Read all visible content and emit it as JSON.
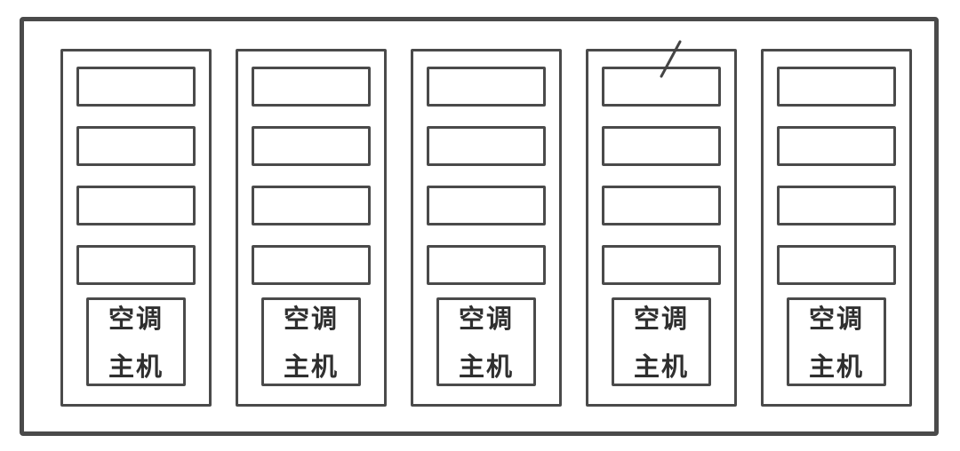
{
  "diagram": {
    "unit_label_full": "空调主机",
    "cabinets": [
      {
        "name": "cabinet-1",
        "slots": 4,
        "label_line1": "空调",
        "label_line2": "主机",
        "has_slash_mark": false
      },
      {
        "name": "cabinet-2",
        "slots": 4,
        "label_line1": "空调",
        "label_line2": "主机",
        "has_slash_mark": false
      },
      {
        "name": "cabinet-3",
        "slots": 4,
        "label_line1": "空调",
        "label_line2": "主机",
        "has_slash_mark": false
      },
      {
        "name": "cabinet-4",
        "slots": 4,
        "label_line1": "空调",
        "label_line2": "主机",
        "has_slash_mark": true
      },
      {
        "name": "cabinet-5",
        "slots": 4,
        "label_line1": "空调",
        "label_line2": "主机",
        "has_slash_mark": false
      }
    ],
    "colors": {
      "line": "#4a4a4a",
      "background": "#ffffff",
      "text": "#2f2f2f"
    }
  }
}
